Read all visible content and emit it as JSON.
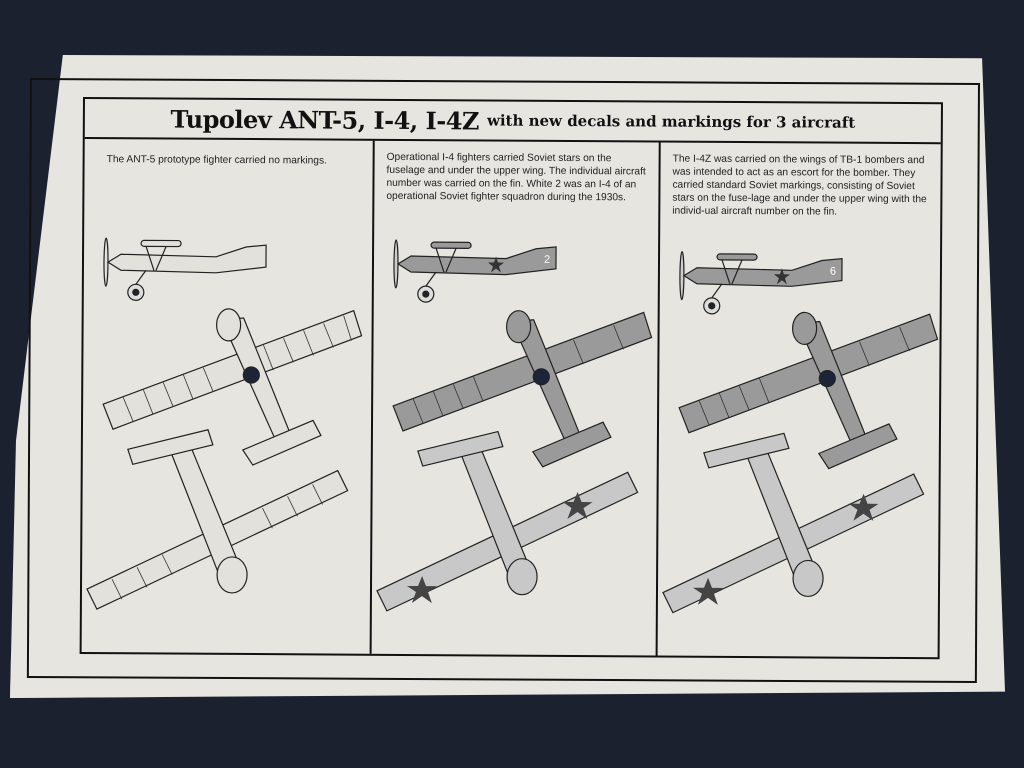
{
  "title": {
    "main": "Tupolev ANT-5, I-4, I-4Z",
    "sub": "with new decals and markings for  3 aircraft"
  },
  "columns": [
    {
      "id": "ant-5",
      "description": "The ANT-5 prototype fighter carried no markings.",
      "fill": "#e2e1dc",
      "markings": false,
      "fin_number": ""
    },
    {
      "id": "i-4",
      "description": "Operational I-4 fighters carried Soviet stars on the fuselage and under the upper wing.  The individual aircraft number was carried on the fin. White 2 was an I-4 of an operational Soviet fighter squadron during the 1930s.",
      "fill": "#9a9a9a",
      "markings": true,
      "fin_number": "2"
    },
    {
      "id": "i-4z",
      "description": "The I-4Z was carried on the wings of TB-1 bombers and was intended to act as an escort for the bomber.  They carried standard Soviet markings, consisting of Soviet stars on the fuse-lage and under the upper wing with the individ-ual aircraft number on the fin.",
      "fill": "#9a9a9a",
      "markings": true,
      "fin_number": "6"
    }
  ],
  "colors": {
    "background": "#1c2130",
    "box": "#e6e5e0",
    "ink": "#111111"
  }
}
